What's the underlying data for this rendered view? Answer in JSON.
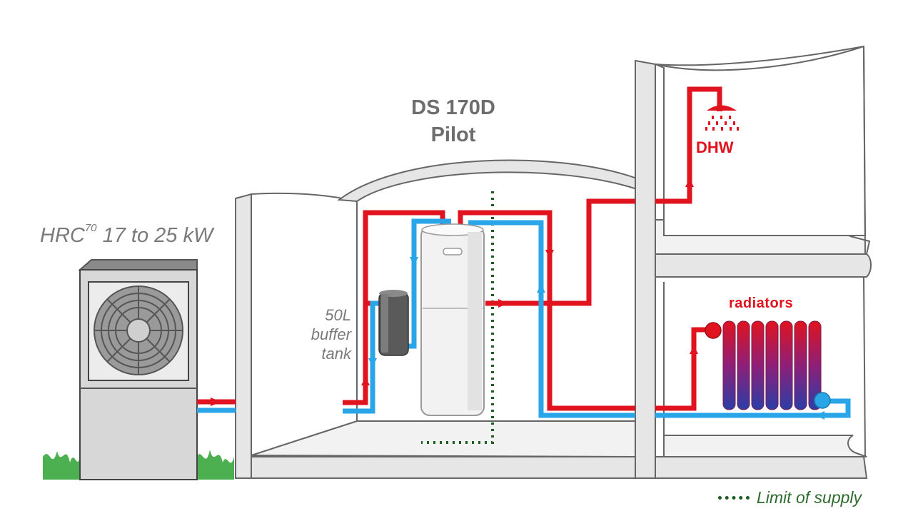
{
  "product": {
    "line1": "DS 170D",
    "line2": "Pilot"
  },
  "heat_pump": {
    "prefix": "HRC",
    "superscript": "70",
    "suffix": " 17 to 25 kW"
  },
  "buffer_tank": {
    "line1": "50L",
    "line2": "buffer",
    "line3": "tank"
  },
  "outputs": {
    "dhw": "DHW",
    "radiators": "radiators"
  },
  "legend": {
    "limit_of_supply": "Limit of supply"
  },
  "colors": {
    "hot": "#e0131f",
    "cold": "#2aa5e8",
    "wall": "#e6e6e6",
    "wall_stroke": "#666666",
    "limit": "#1b5e20",
    "grass": "#4caf50"
  }
}
